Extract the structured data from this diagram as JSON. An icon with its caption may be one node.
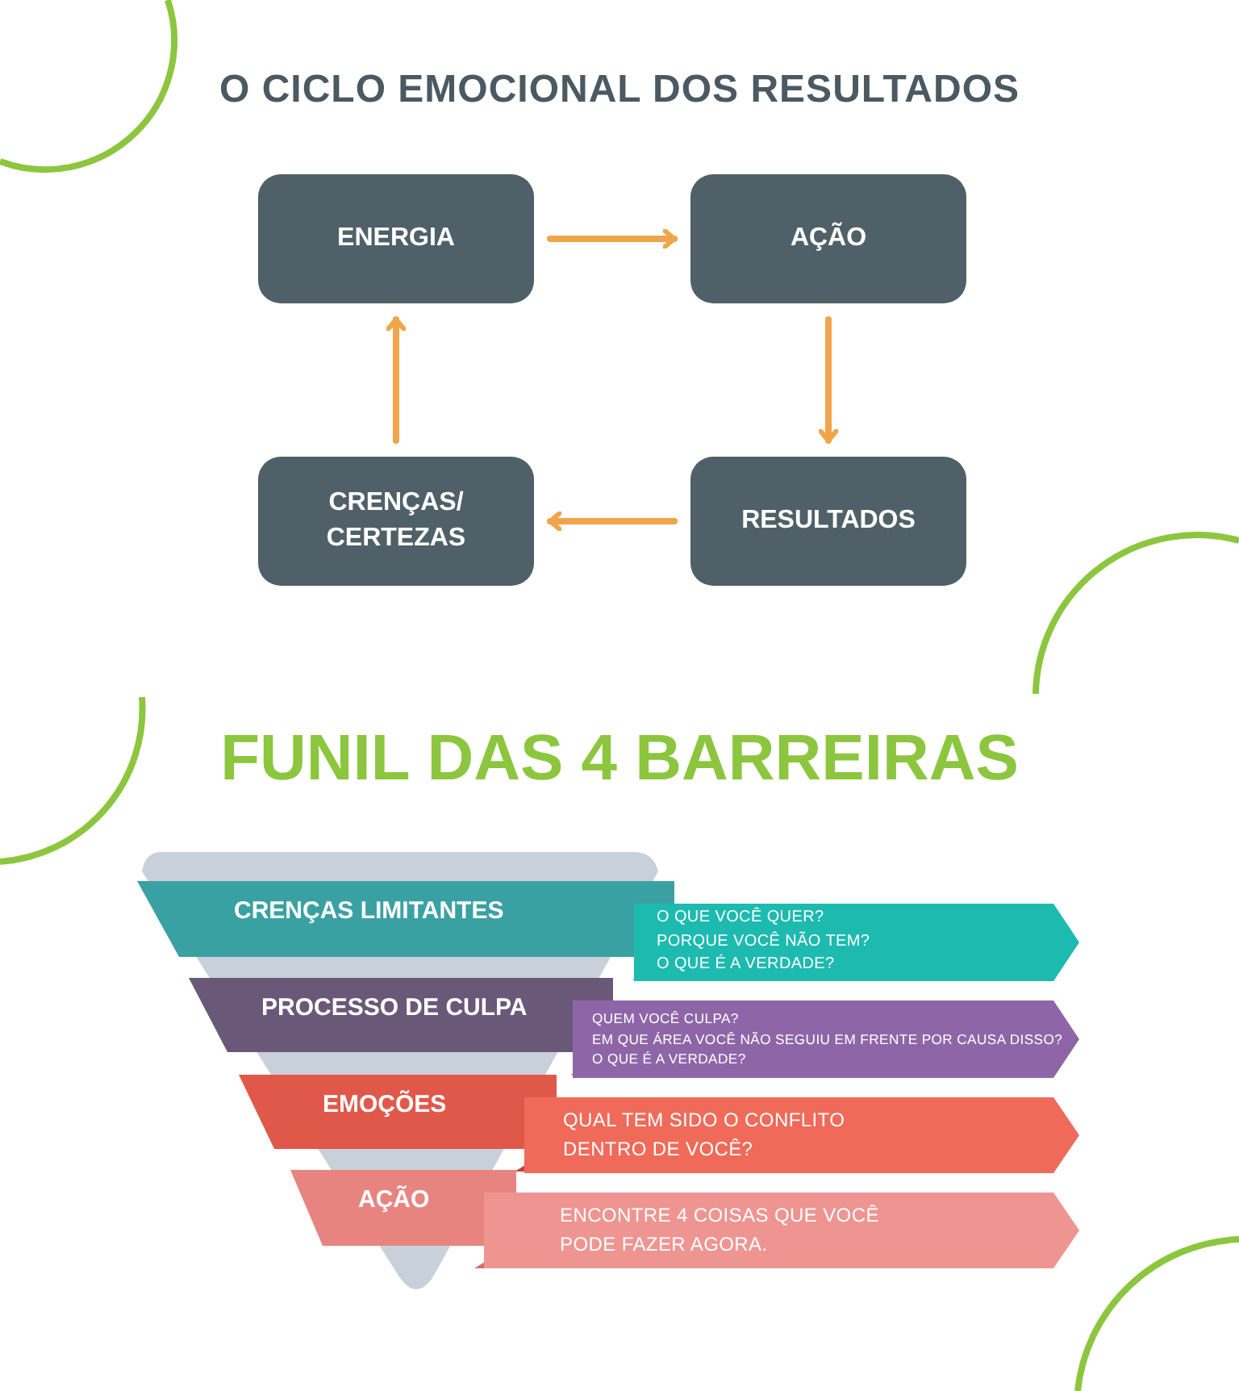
{
  "diagram": {
    "title": "O CICLO EMOCIONAL DOS RESULTADOS",
    "nodes": [
      {
        "text": [
          "ENERGIA"
        ]
      },
      {
        "text": [
          "AÇÃO"
        ]
      },
      {
        "text": [
          "RESULTADOS"
        ]
      },
      {
        "text": [
          "CRENÇAS/ CERTEZAS"
        ]
      },
      {
        "text": [
          "CRENÇAS LIMITANTES"
        ]
      },
      {
        "text": [
          "O QUE VOCÊ QUER?",
          "PORQUE VOCÊ NÃO TEM?",
          "O QUE É A VERDADE?"
        ]
      },
      {
        "text": [
          "PROCESSO DE CULPA"
        ]
      },
      {
        "text": [
          "QUEM VOCÊ CULPA?",
          "EM QUE ÁREA VOCÊ NÃO SEGUIU EM FRENTE POR CAUSA DISSO?",
          "O QUE É A VERDADE?"
        ]
      },
      {
        "text": [
          "EMOÇÕES"
        ]
      },
      {
        "text": [
          "QUAL TEM SIDO O CONFLITO DENTRO DE VOCÊ?"
        ]
      },
      {
        "text": [
          "AÇÃO"
        ]
      },
      {
        "text": [
          "ENCONTRE 4 COISAS QUE VOCÊ PODE FAZER AGORA."
        ]
      }
    ],
    "edges": [
      {
        "from": 0,
        "to": 1,
        "arrow": "to",
        "color": "#f0a54a"
      },
      {
        "from": 1,
        "to": 2,
        "arrow": "to",
        "color": "#f0a54a"
      },
      {
        "from": 2,
        "to": 3,
        "arrow": "to",
        "color": "#f0a54a"
      },
      {
        "from": 3,
        "to": 0,
        "arrow": "to",
        "color": "#f0a54a"
      }
    ],
    "labels": [
      "FUNIL DAS 4 BARREIRAS"
    ]
  }
}
